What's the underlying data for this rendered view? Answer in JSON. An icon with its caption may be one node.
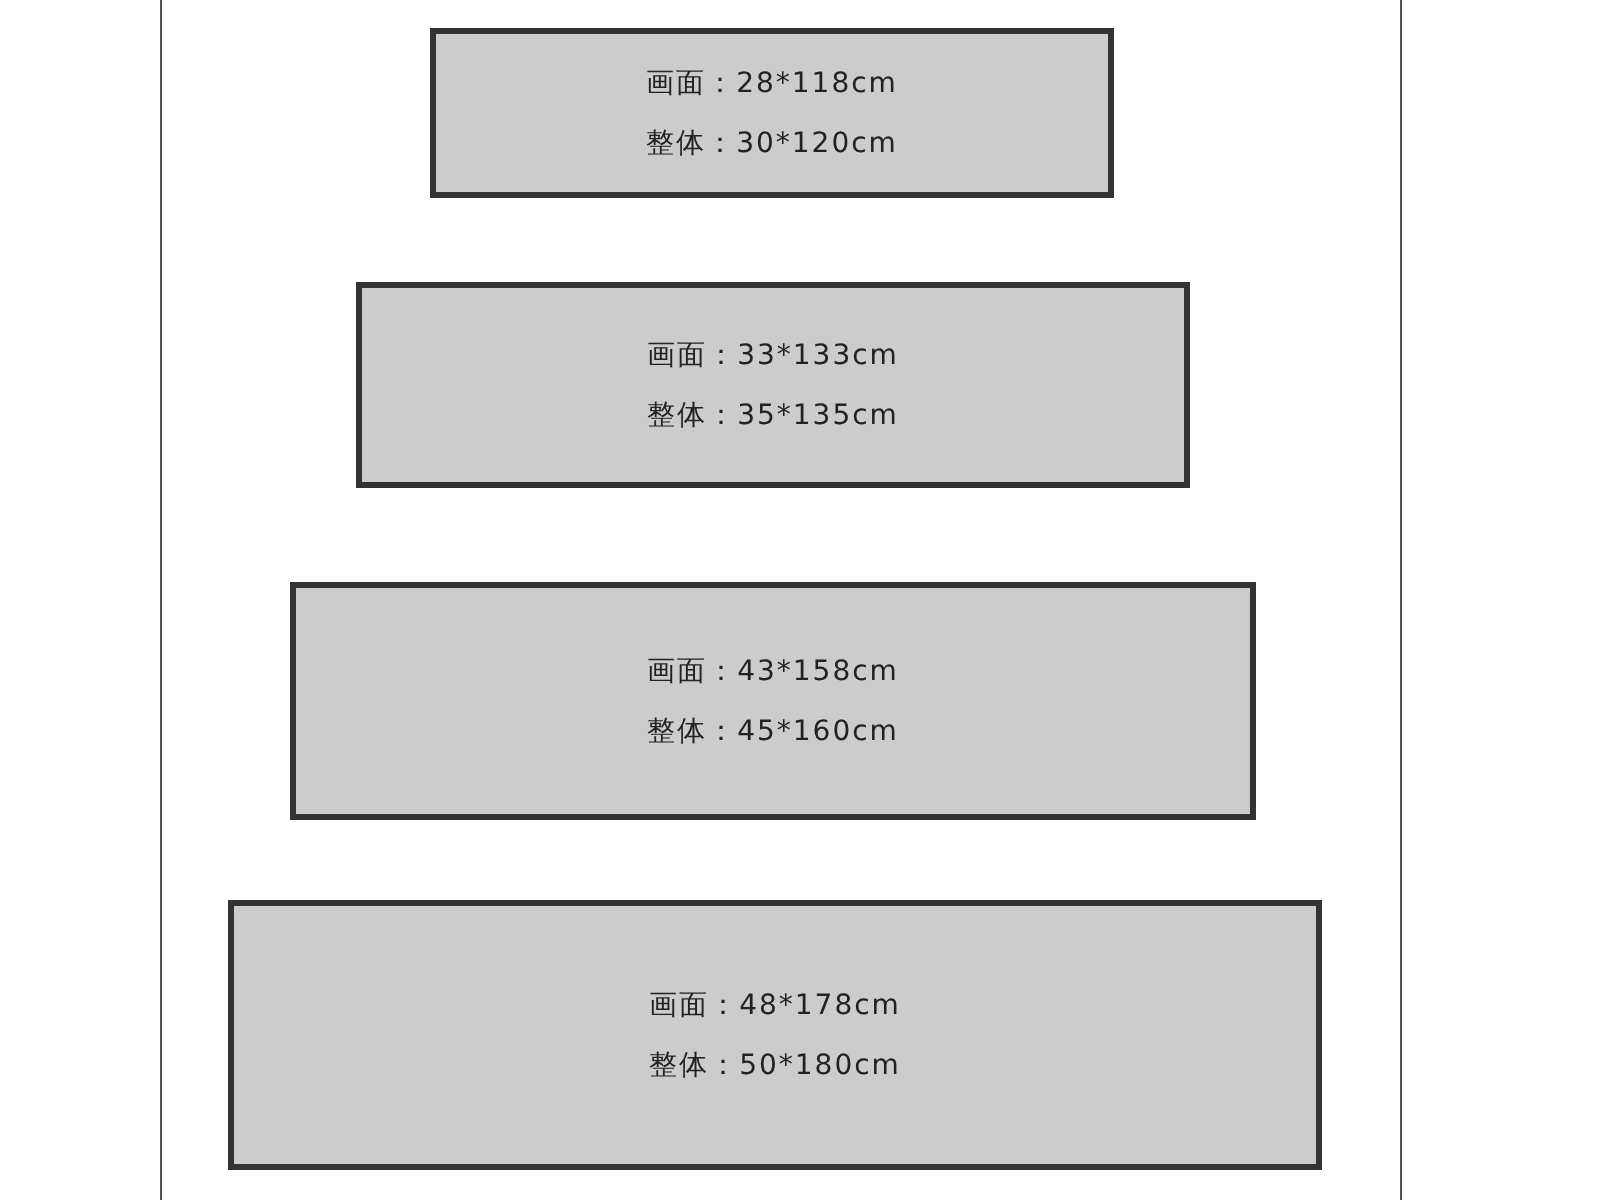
{
  "diagram": {
    "nodes": [
      {
        "text": [
          "画面：28*118cm",
          "整体：30*120cm"
        ]
      },
      {
        "text": [
          "画面：33*133cm",
          "整体：35*135cm"
        ]
      },
      {
        "text": [
          "画面：43*158cm",
          "整体：45*160cm"
        ]
      },
      {
        "text": [
          "画面：48*178cm",
          "整体：50*180cm"
        ]
      }
    ]
  }
}
